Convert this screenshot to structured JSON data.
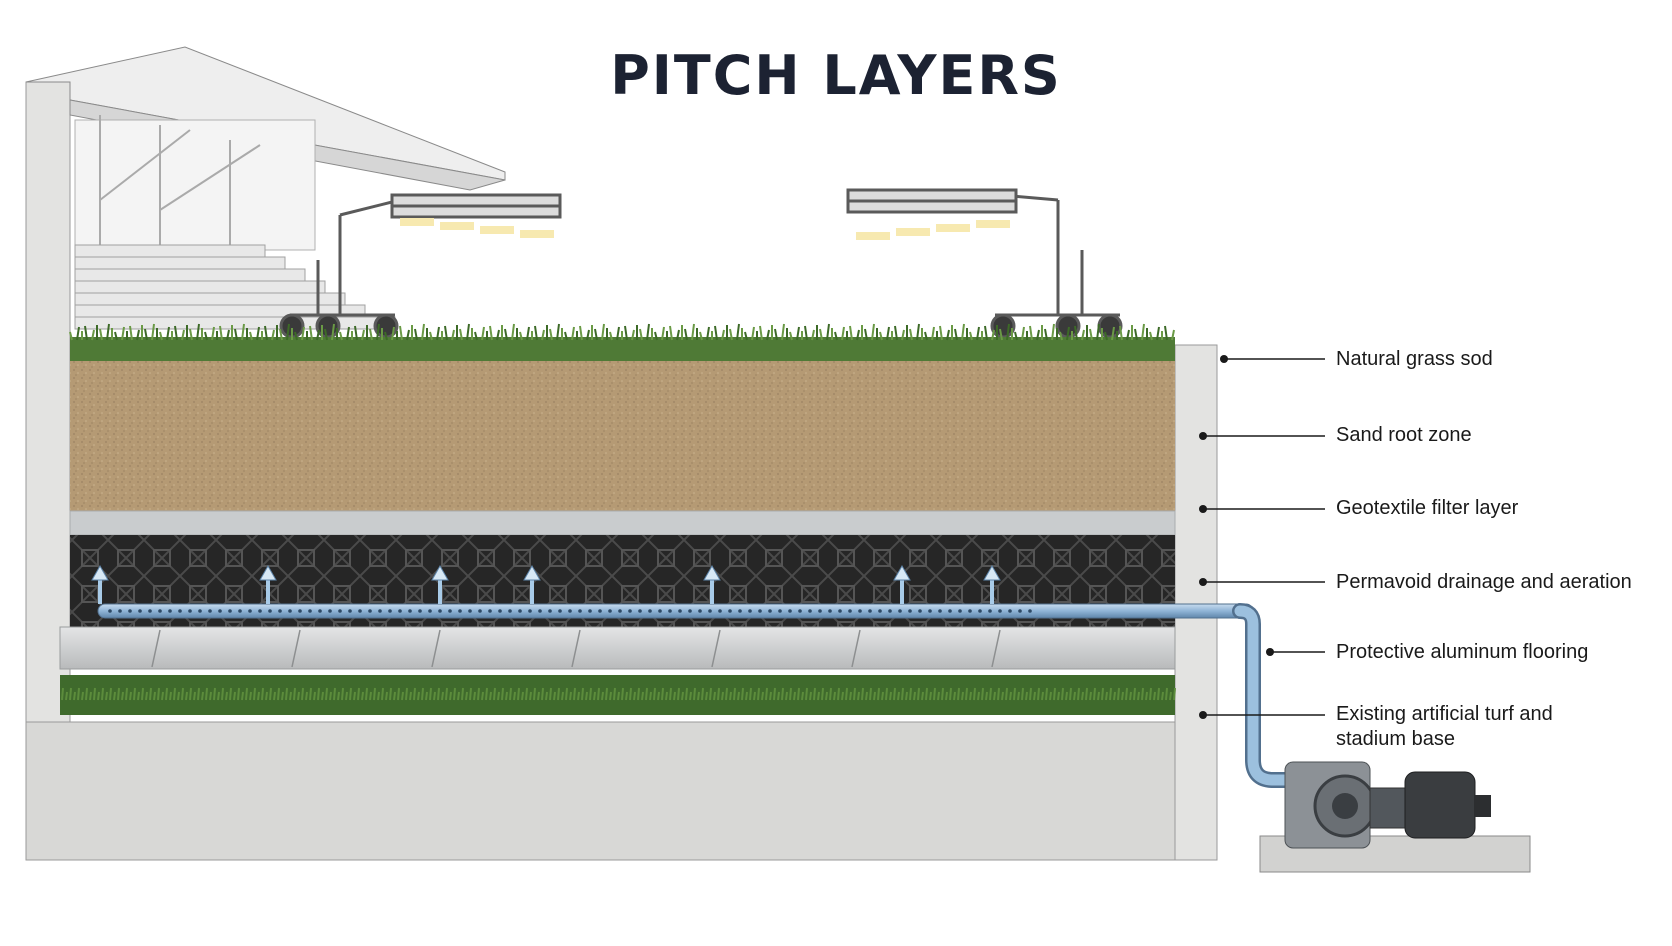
{
  "title": "PITCH LAYERS",
  "layers": [
    {
      "label": "Natural grass sod"
    },
    {
      "label": "Sand root zone"
    },
    {
      "label": "Geotextile filter layer"
    },
    {
      "label": "Permavoid drainage and aeration"
    },
    {
      "label": "Protective aluminum flooring"
    },
    {
      "label": "Existing artificial turf and\nstadium base"
    }
  ],
  "colors": {
    "grass": "#4f7a36",
    "sand": "#b59a74",
    "geotextile": "#c9ccce",
    "permavoid": "#262626",
    "aluminum": "#cfd1d2",
    "artificial_turf": "#3f6a2c",
    "concrete": "#d8d8d6",
    "pipe": "#8fb4d6",
    "title": "#1c2232"
  }
}
